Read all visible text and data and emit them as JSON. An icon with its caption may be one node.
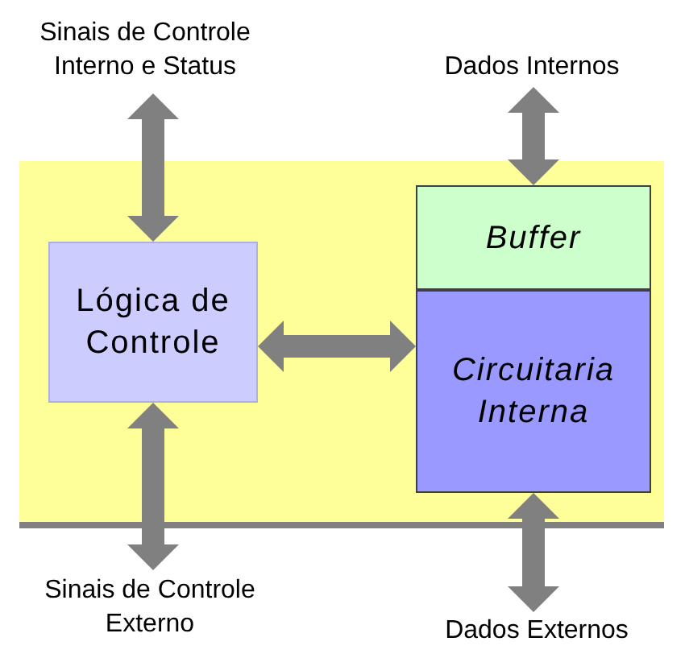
{
  "diagram": {
    "nodes": [
      {
        "text": [
          "Sinais de Controle Interno e Status"
        ]
      },
      {
        "text": [
          "Dados Internos"
        ]
      },
      {
        "text": [
          "Lógica de Controle"
        ]
      },
      {
        "text": [
          "Buffer"
        ]
      },
      {
        "text": [
          "Circuitaria Interna"
        ]
      },
      {
        "text": [
          "Sinais de Controle Externo"
        ]
      },
      {
        "text": [
          "Dados Externos"
        ]
      }
    ],
    "edges": [
      {
        "from": 0,
        "to": 2,
        "arrow": "both"
      },
      {
        "from": 1,
        "to": 3,
        "arrow": "both"
      },
      {
        "from": 2,
        "to": 4,
        "arrow": "both"
      },
      {
        "from": 2,
        "to": 5,
        "arrow": "both"
      },
      {
        "from": 4,
        "to": 6,
        "arrow": "both"
      }
    ]
  }
}
